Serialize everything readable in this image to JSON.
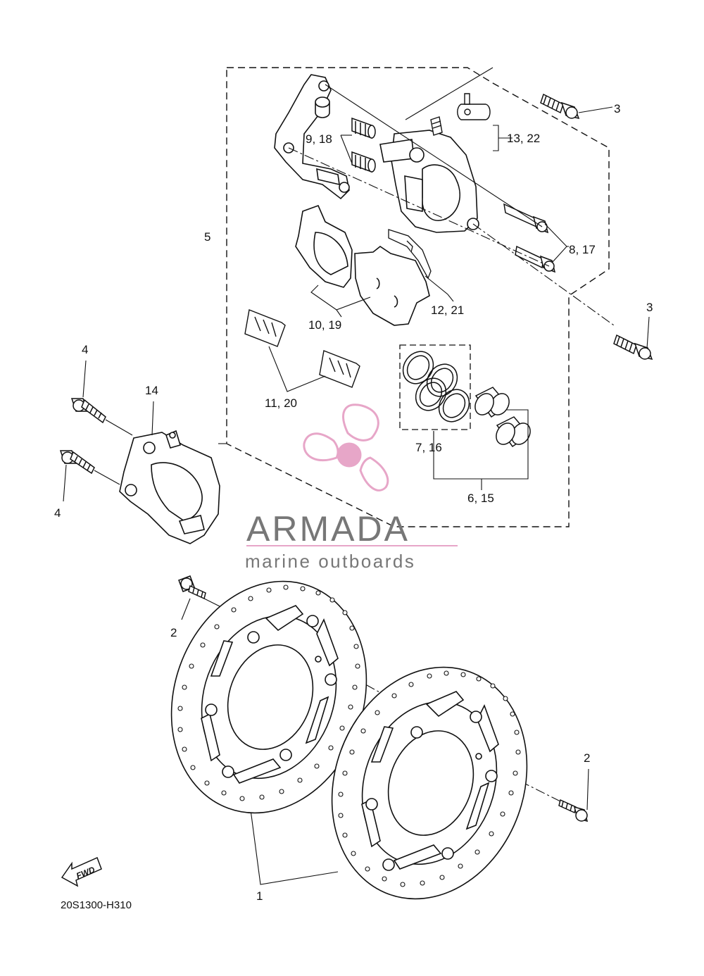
{
  "diagram": {
    "callouts": {
      "c1": "1",
      "c2a": "2",
      "c2b": "2",
      "c3a": "3",
      "c3b": "3",
      "c4a": "4",
      "c4b": "4",
      "c5": "5",
      "c6_15": "6, 15",
      "c7_16": "7, 16",
      "c8_17": "8, 17",
      "c9_18": "9, 18",
      "c10_19": "10, 19",
      "c11_20": "11, 20",
      "c12_21": "12, 21",
      "c13_22": "13, 22",
      "c14": "14"
    },
    "fwd_label": "FWD",
    "diagram_code": "20S1300-H310"
  },
  "watermark": {
    "brand": "ARMADA",
    "tagline": "marine outboards",
    "logo_color": "#e7a6c8",
    "text_color": "#777777"
  },
  "colors": {
    "line": "#111111",
    "background": "#ffffff"
  }
}
